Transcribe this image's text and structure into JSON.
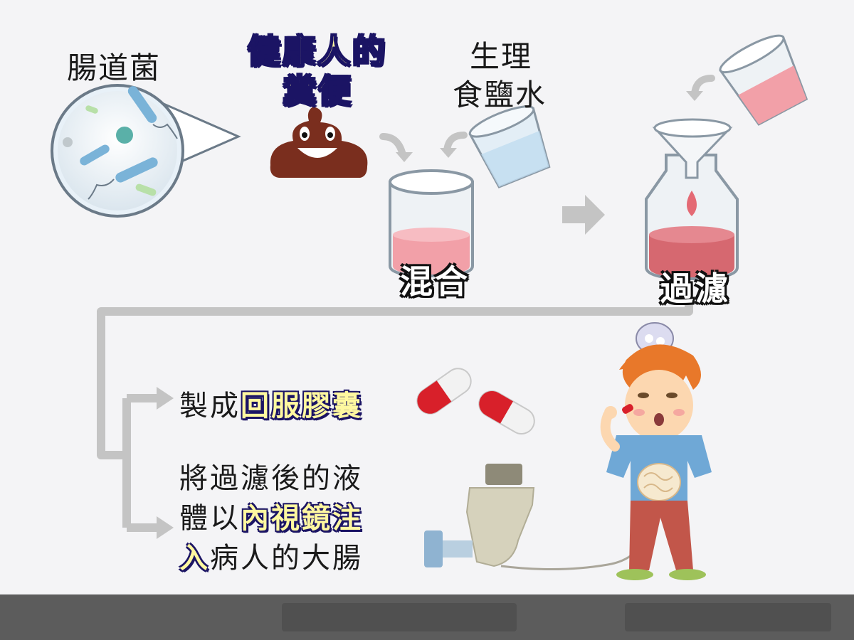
{
  "labels": {
    "bacteria": "腸道菌",
    "healthy_stool_line1": "健康人的",
    "healthy_stool_line2": "糞便",
    "saline_line1": "生理",
    "saline_line2": "食鹽水",
    "mix": "混合",
    "filter": "過濾"
  },
  "steps": {
    "capsule_prefix": "製成",
    "capsule_highlight": "回服膠囊",
    "endoscope_line1": "將過濾後的液",
    "endoscope_line2_prefix": "體以",
    "endoscope_line2_highlight": "內視鏡注",
    "endoscope_line3_highlight": "入",
    "endoscope_line3_suffix": "病人的大腸"
  },
  "colors": {
    "highlight_text": "#fff8a0",
    "highlight_outline": "#1b1464",
    "arrow_gray": "#c8c8c8",
    "liquid_pink": "#f2a0a8",
    "stool_brown": "#7a2e1e",
    "capsule_red": "#d8202a"
  },
  "icons": [
    "bacteria-magnifier-icon",
    "poop-emoji-icon",
    "saline-cup-icon",
    "mixing-beaker-icon",
    "filter-funnel-icon",
    "pink-cup-icon",
    "capsule-pill-icon",
    "enema-syringe-icon",
    "sick-boy-icon"
  ]
}
